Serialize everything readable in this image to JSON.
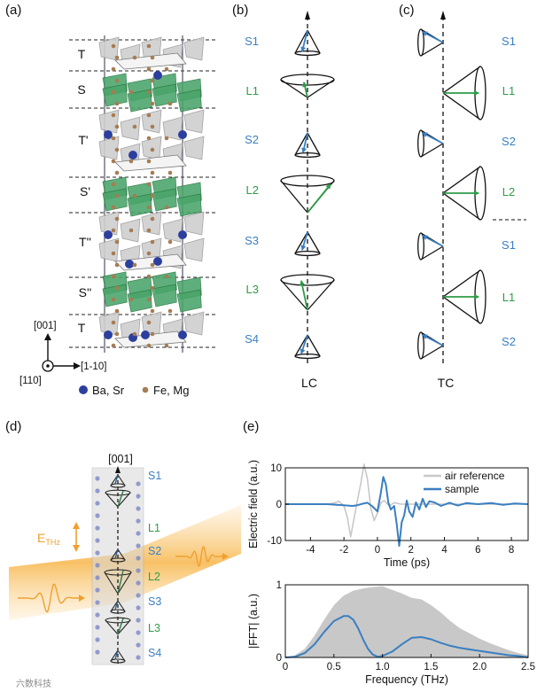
{
  "panels": {
    "a": {
      "label": "(a)",
      "layers": [
        "T",
        "S",
        "T'",
        "S'",
        "T''",
        "S''",
        "T"
      ],
      "axis_up": "[001]",
      "axis_right": "[1-10]",
      "axis_out": "[110]",
      "legend_ba": "Ba, Sr",
      "legend_fe": "Fe, Mg"
    },
    "b": {
      "label": "(b)",
      "items": [
        "S1",
        "L1",
        "S2",
        "L2",
        "S3",
        "L3",
        "S4"
      ],
      "caption": "LC"
    },
    "c": {
      "label": "(c)",
      "items": [
        "S1",
        "L1",
        "S2",
        "L2",
        "S1",
        "L1",
        "S2"
      ],
      "caption": "TC"
    },
    "d": {
      "label": "(d)",
      "axis": "[001]",
      "items": [
        "S1",
        "L1",
        "S2",
        "L2",
        "S3",
        "L3",
        "S4"
      ],
      "field_label": "E",
      "field_sub": "THz"
    },
    "e": {
      "label": "(e)"
    }
  },
  "colors": {
    "blue": "#3a7fc1",
    "green": "#2e9b48",
    "orange": "#f0a030",
    "gray": "#c8c8c8"
  },
  "watermark": "六数科技",
  "chart_data": [
    {
      "type": "line",
      "xlabel": "Time (ps)",
      "ylabel": "Electric field (a.u.)",
      "xlim": [
        -5.5,
        9
      ],
      "ylim": [
        -10,
        10
      ],
      "xticks": [
        -4,
        -2,
        0,
        2,
        4,
        6,
        8
      ],
      "yticks": [
        -10,
        0,
        10
      ],
      "legend": "top-right",
      "series": [
        {
          "name": "air reference",
          "color": "#c8c8c8",
          "x": [
            -5.5,
            -3.0,
            -2.6,
            -2.3,
            -2.0,
            -1.8,
            -1.6,
            -1.4,
            -1.2,
            -1.0,
            -0.8,
            -0.6,
            -0.4,
            -0.2,
            0.0,
            0.2,
            0.4,
            0.7,
            1.0,
            1.4,
            2.0,
            9.0
          ],
          "y": [
            0,
            0,
            0.3,
            0.8,
            -0.5,
            -3.5,
            -9.0,
            -4.0,
            1.0,
            5.5,
            11.0,
            7.0,
            -1.0,
            -4.5,
            -2.5,
            0.3,
            1.0,
            -0.5,
            0.4,
            0.0,
            0.0,
            0
          ]
        },
        {
          "name": "sample",
          "color": "#3a7fc1",
          "x": [
            -5.5,
            -3.0,
            -2.0,
            -1.5,
            -1.2,
            -0.9,
            -0.6,
            -0.3,
            0.0,
            0.2,
            0.35,
            0.5,
            0.65,
            0.8,
            1.0,
            1.15,
            1.3,
            1.45,
            1.6,
            1.75,
            1.9,
            2.1,
            2.3,
            2.5,
            2.7,
            2.9,
            3.1,
            3.4,
            3.8,
            4.3,
            4.8,
            5.3,
            6.0,
            6.8,
            7.5,
            8.2,
            9.0
          ],
          "y": [
            0,
            0,
            -0.3,
            -0.5,
            -0.3,
            0.1,
            0.4,
            -0.6,
            -2.0,
            3.0,
            7.5,
            5.5,
            0.5,
            -1.5,
            -0.5,
            -5.5,
            -11.5,
            -5.0,
            -3.0,
            1.0,
            -2.0,
            -3.5,
            0.5,
            -1.5,
            1.5,
            -0.8,
            0.8,
            0.5,
            -0.5,
            0.4,
            -0.4,
            0.3,
            0.0,
            0.3,
            -0.2,
            0.2,
            0
          ]
        }
      ]
    },
    {
      "type": "area",
      "xlabel": "Frequency (THz)",
      "ylabel": "|FFT| (a.u.)",
      "xlim": [
        0,
        2.5
      ],
      "ylim": [
        0,
        1
      ],
      "xticks": [
        0,
        0.5,
        1.0,
        1.5,
        2.0,
        2.5
      ],
      "xticklabels": [
        "0",
        "0.5",
        "1.0",
        "1.5",
        "2.0",
        "2.5"
      ],
      "yticks": [
        0,
        1
      ],
      "series": [
        {
          "name": "air reference",
          "color": "#c8c8c8",
          "x": [
            0,
            0.1,
            0.2,
            0.3,
            0.4,
            0.5,
            0.6,
            0.7,
            0.8,
            0.9,
            1.0,
            1.1,
            1.2,
            1.3,
            1.4,
            1.5,
            1.6,
            1.7,
            1.8,
            1.9,
            2.0,
            2.1,
            2.2,
            2.3,
            2.4,
            2.5
          ],
          "y": [
            0,
            0.03,
            0.12,
            0.3,
            0.52,
            0.72,
            0.85,
            0.92,
            0.95,
            0.97,
            0.98,
            0.93,
            0.88,
            0.82,
            0.8,
            0.72,
            0.62,
            0.5,
            0.4,
            0.33,
            0.26,
            0.2,
            0.15,
            0.1,
            0.06,
            0.03
          ]
        },
        {
          "name": "sample",
          "color": "#3a7fc1",
          "x": [
            0,
            0.1,
            0.2,
            0.3,
            0.4,
            0.5,
            0.6,
            0.65,
            0.7,
            0.75,
            0.8,
            0.85,
            0.9,
            0.95,
            1.0,
            1.05,
            1.1,
            1.2,
            1.3,
            1.4,
            1.5,
            1.6,
            1.7,
            1.8,
            1.9,
            2.0,
            2.1,
            2.2,
            2.3,
            2.4,
            2.5
          ],
          "y": [
            0,
            0.01,
            0.06,
            0.18,
            0.35,
            0.5,
            0.57,
            0.57,
            0.52,
            0.4,
            0.25,
            0.12,
            0.04,
            0.01,
            0.02,
            0.05,
            0.08,
            0.18,
            0.27,
            0.28,
            0.25,
            0.2,
            0.16,
            0.13,
            0.11,
            0.09,
            0.07,
            0.05,
            0.03,
            0.02,
            0
          ]
        }
      ]
    }
  ]
}
